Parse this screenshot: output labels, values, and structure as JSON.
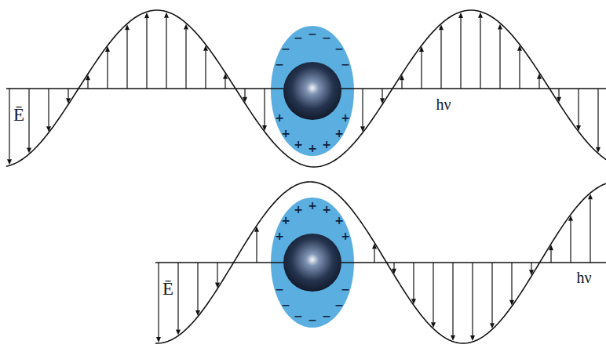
{
  "diagram": {
    "labels": [
      "Ē",
      "−",
      "−",
      "−",
      "−",
      "−",
      "−",
      "−",
      "+",
      "+",
      "+",
      "+",
      "+",
      "+",
      "+",
      "hν",
      "Ē",
      "+",
      "+",
      "+",
      "+",
      "+",
      "+",
      "+",
      "−",
      "−",
      "−",
      "−",
      "−",
      "−",
      "−",
      "hν"
    ]
  }
}
